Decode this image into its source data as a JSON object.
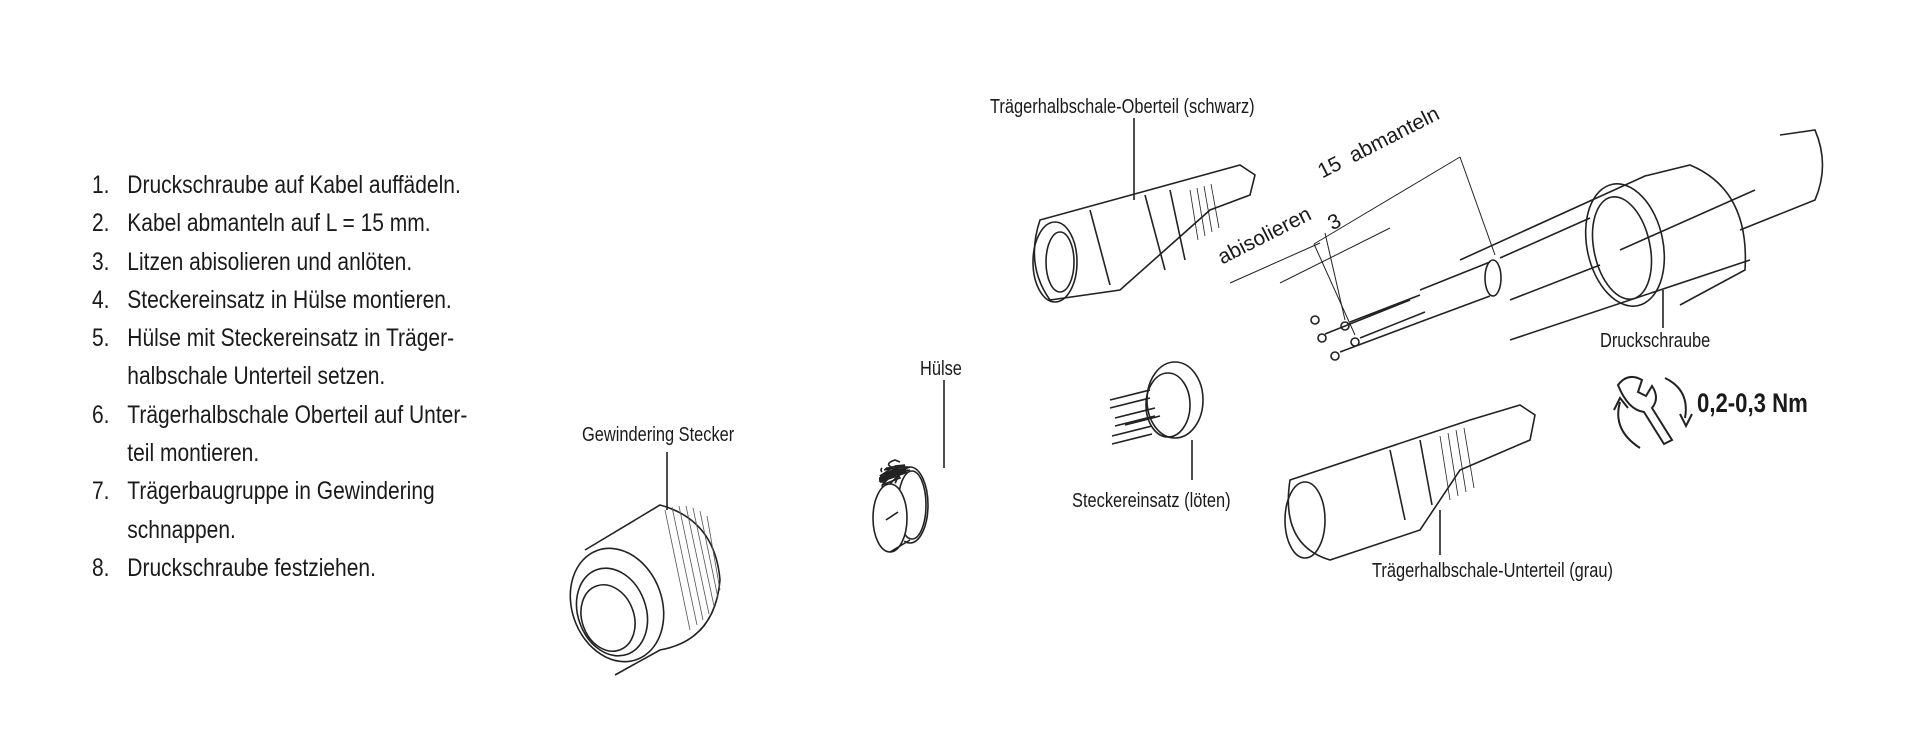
{
  "steps": [
    {
      "num": "1.",
      "lines": [
        "Druckschraube auf Kabel auffädeln."
      ]
    },
    {
      "num": "2.",
      "lines": [
        "Kabel abmanteln auf L = 15 mm."
      ]
    },
    {
      "num": "3.",
      "lines": [
        "Litzen abisolieren und anlöten."
      ]
    },
    {
      "num": "4.",
      "lines": [
        "Steckereinsatz in Hülse montieren."
      ]
    },
    {
      "num": "5.",
      "lines": [
        "Hülse mit Steckereinsatz in Träger-",
        "halbschale Unterteil setzen."
      ]
    },
    {
      "num": "6.",
      "lines": [
        "Trägerhalbschale Oberteil auf Unter-",
        "teil montieren."
      ]
    },
    {
      "num": "7.",
      "lines": [
        "Trägerbaugruppe in Gewindering",
        "schnappen."
      ]
    },
    {
      "num": "8.",
      "lines": [
        "Druckschraube festziehen."
      ]
    }
  ],
  "labels": {
    "upper_shell": "Trägerhalbschale-Oberteil (schwarz)",
    "strip_length": "15",
    "strip_label": "abmanteln",
    "insulation_length": "3",
    "insulation_label": "abisolieren",
    "pressure_screw": "Druckschraube",
    "torque": "0,2-0,3 Nm",
    "sleeve": "Hülse",
    "coupling_ring": "Gewindering Stecker",
    "contact_insert": "Steckereinsatz (löten)",
    "lower_shell": "Trägerhalbschale-Unterteil (grau)"
  }
}
